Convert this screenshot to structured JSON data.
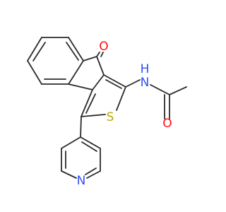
{
  "diagram": {
    "type": "skeletal-structure",
    "colors": {
      "bond": "#2b2b2b",
      "oxygen": "#ff0d0d",
      "nitrogen": "#3050f8",
      "sulfur": "#b8a800"
    },
    "atom_labels": {
      "ketone_oxygen": "O",
      "amide_nh": "N",
      "amide_h": "H",
      "thiophene_sulfur": "S",
      "amide_oxygen": "O",
      "pyridine_nitrogen": "N"
    }
  }
}
